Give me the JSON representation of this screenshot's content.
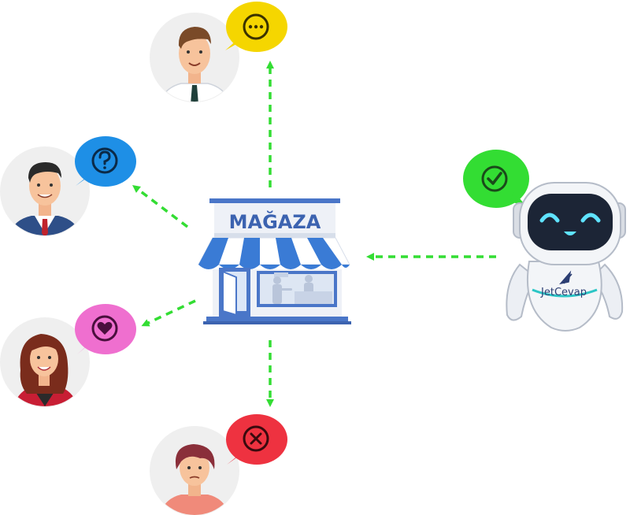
{
  "store": {
    "sign_text": "MAĞAZA",
    "awning_colors": [
      "#3a7bd5",
      "#ffffff"
    ],
    "wall_color": "#eef1f7",
    "trim_color": "#4a76c8"
  },
  "bot": {
    "brand": "JetCevap",
    "bubble_color": "#33dd33",
    "bubble_icon": "check-icon"
  },
  "customers": [
    {
      "id": "top",
      "bubble_color": "#f5d600",
      "bubble_icon": "ellipsis-icon"
    },
    {
      "id": "upper-left",
      "bubble_color": "#1e8fe6",
      "bubble_icon": "question-icon"
    },
    {
      "id": "lower-left",
      "bubble_color": "#ef6fcf",
      "bubble_icon": "heart-icon"
    },
    {
      "id": "bottom",
      "bubble_color": "#ee3240",
      "bubble_icon": "x-icon"
    }
  ],
  "arrow_color": "#33dd33"
}
